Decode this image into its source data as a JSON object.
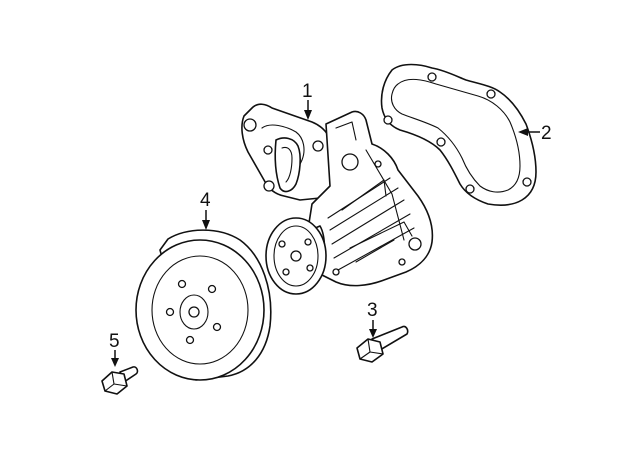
{
  "diagram": {
    "colors": {
      "line": "#111111",
      "background": "#ffffff"
    },
    "callouts": [
      {
        "id": "1",
        "label": "1",
        "part": "water-pump"
      },
      {
        "id": "2",
        "label": "2",
        "part": "gasket"
      },
      {
        "id": "3",
        "label": "3",
        "part": "pump-bolt"
      },
      {
        "id": "4",
        "label": "4",
        "part": "pulley"
      },
      {
        "id": "5",
        "label": "5",
        "part": "pulley-bolt"
      }
    ]
  }
}
